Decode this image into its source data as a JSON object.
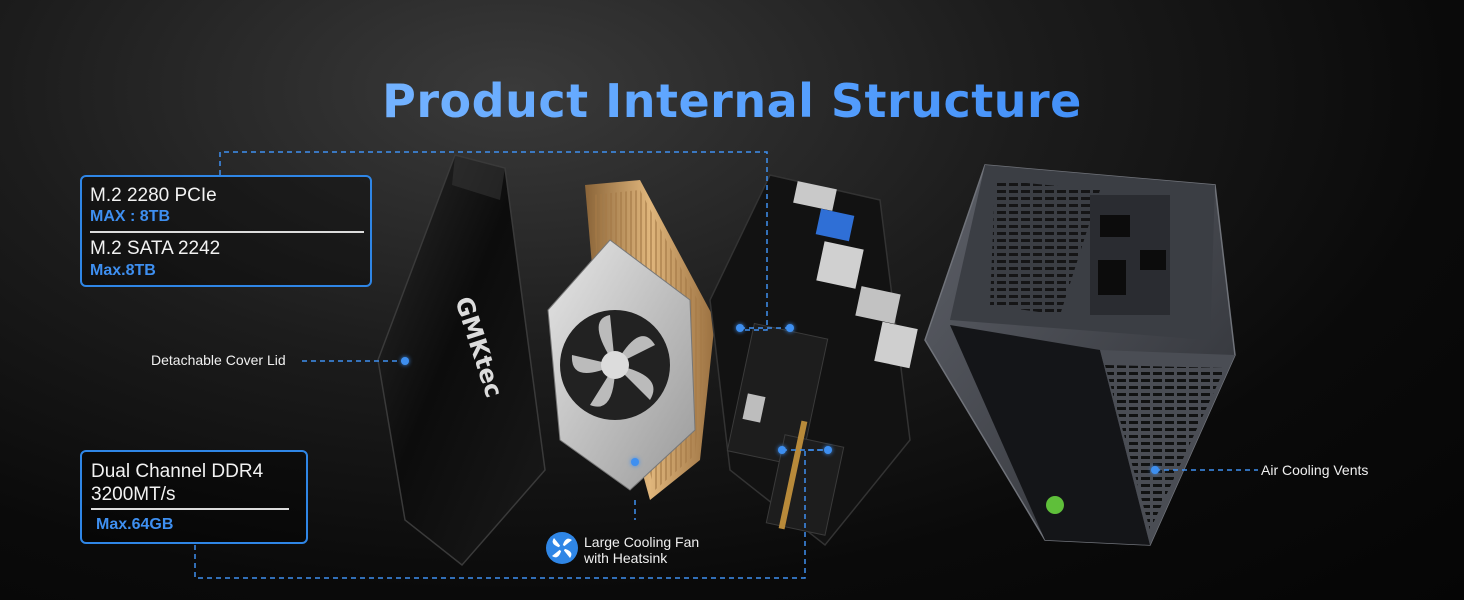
{
  "title": "Product Internal Structure",
  "storage_box": {
    "line1": "M.2 2280 PCIe",
    "cap1": "MAX : 8TB",
    "line2": "M.2 SATA 2242",
    "cap2": "Max.8TB"
  },
  "memory_box": {
    "line1": "Dual Channel DDR4",
    "line2": "3200MT/s",
    "cap": "Max.64GB"
  },
  "callouts": {
    "cover_lid": "Detachable Cover Lid",
    "fan_line1": "Large Cooling Fan",
    "fan_line2": "with Heatsink",
    "vents": "Air Cooling Vents"
  },
  "brand_logo": "GMKtec",
  "colors": {
    "accent": "#3e8ff0",
    "title_gradient_start": "#8fc3ff",
    "title_gradient_end": "#2a7bf0",
    "heatsink_gold": "#c99a5e"
  },
  "icons": [
    "fan-icon"
  ]
}
